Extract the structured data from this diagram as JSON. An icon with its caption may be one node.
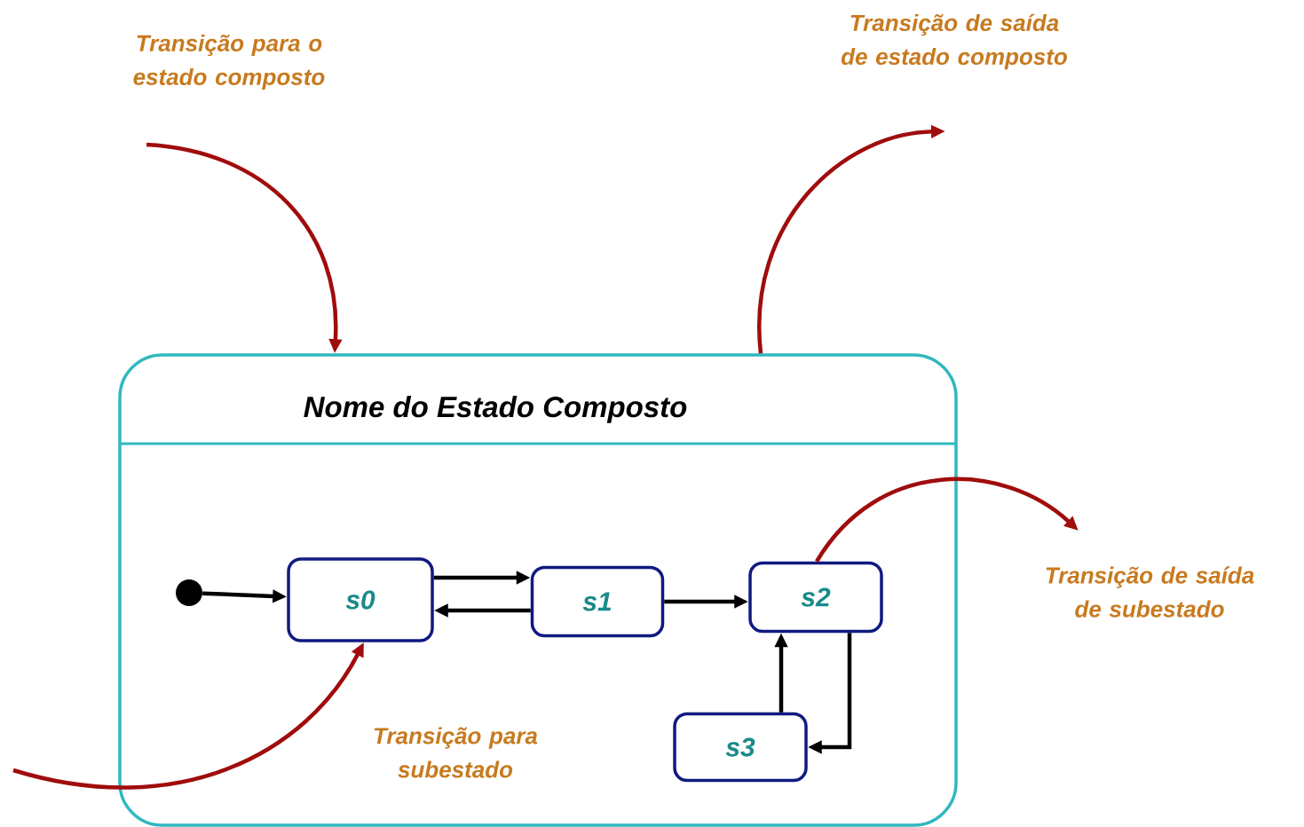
{
  "diagram": {
    "nodes": [
      {
        "text": [
          "Nome do Estado Composto"
        ]
      },
      {
        "text": [],
        "shape": "circle",
        "in": 0
      },
      {
        "text": [
          "s0"
        ],
        "in": 0
      },
      {
        "text": [
          "s1"
        ],
        "in": 0
      },
      {
        "text": [
          "s2"
        ],
        "in": 0
      },
      {
        "text": [
          "s3"
        ],
        "in": 0
      }
    ],
    "edges": [
      {
        "from": 1,
        "to": 2,
        "arrow": "to"
      },
      {
        "from": 2,
        "to": 3,
        "arrow": "to"
      },
      {
        "from": 3,
        "to": 2,
        "arrow": "to"
      },
      {
        "from": 3,
        "to": 4,
        "arrow": "to"
      },
      {
        "from": 4,
        "to": 5,
        "arrow": "to"
      },
      {
        "from": 5,
        "to": 4,
        "arrow": "to"
      },
      {
        "from": null,
        "to": 0,
        "arrow": "to",
        "color": "#a00c0c"
      },
      {
        "from": 0,
        "to": null,
        "arrow": "to",
        "color": "#a00c0c"
      },
      {
        "from": null,
        "to": 2,
        "arrow": "to",
        "color": "#a00c0c"
      },
      {
        "from": 4,
        "to": null,
        "arrow": "to",
        "color": "#a00c0c"
      }
    ],
    "labels": [
      "Transição para o estado composto",
      "Transição de saída de estado composto",
      "Transição de saída de subestado",
      "Transição para subestado"
    ]
  }
}
